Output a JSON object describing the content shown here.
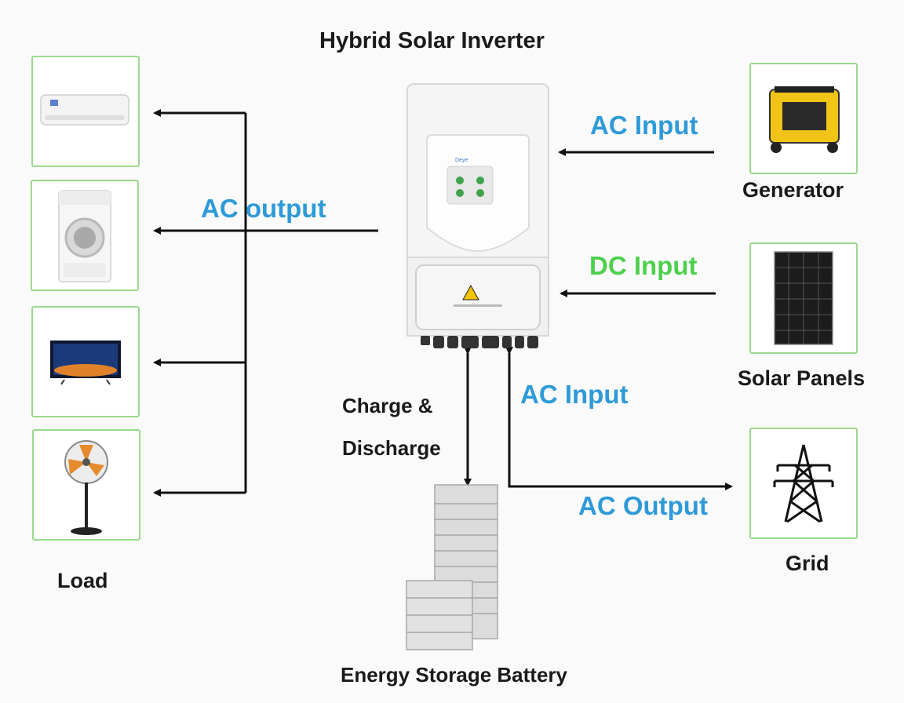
{
  "title": "Hybrid Solar Inverter",
  "labels": {
    "ac_output_left": "AC output",
    "ac_input_top": "AC Input",
    "dc_input": "DC Input",
    "ac_input_bottom": "AC Input",
    "ac_output_bottom": "AC Output",
    "charge": "Charge &",
    "discharge": "Discharge"
  },
  "devices": {
    "load": "Load",
    "generator": "Generator",
    "solar_panels": "Solar Panels",
    "grid": "Grid",
    "battery": "Energy Storage Battery"
  },
  "colors": {
    "blue": "#2e9ad8",
    "green": "#4cd04c",
    "border": "#9ad98a"
  }
}
